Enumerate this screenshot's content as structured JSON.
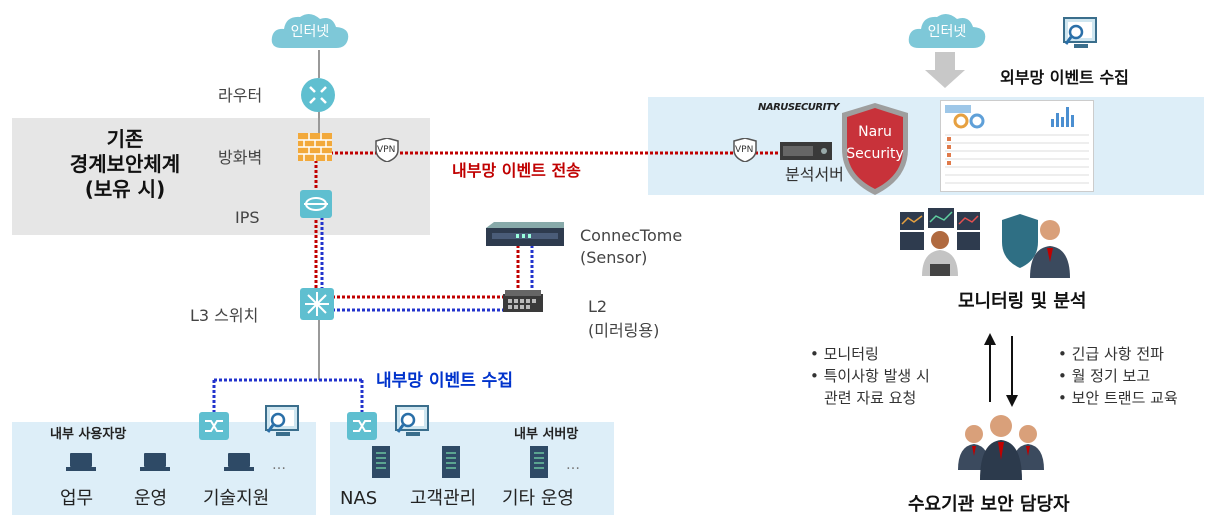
{
  "internet_left": "인터넷",
  "internet_right": "인터넷",
  "router_label": "라우터",
  "firewall_label": "방화벽",
  "ips_label": "IPS",
  "l3_label": "L3 스위치",
  "legacy_title": [
    "기존",
    "경계보안체계",
    "(보유 시)"
  ],
  "vpn_label": "VPN",
  "internal_event_transmit": "내부망 이벤트 전송",
  "external_event_collect": "외부망 이벤트 수집",
  "brand_logo_text": "NARUSECURITY",
  "shield_text": [
    "Naru",
    "Security"
  ],
  "analysis_server": "분석서버",
  "sensor": [
    "ConnecTome",
    "(Sensor)"
  ],
  "l2": [
    "L2",
    "(미러링용)"
  ],
  "internal_event_collect": "내부망 이벤트 수집",
  "user_net": {
    "title": "내부 사용자망",
    "items": [
      "업무",
      "운영",
      "기술지원"
    ]
  },
  "server_net": {
    "title": "내부 서버망",
    "items": [
      "NAS",
      "고객관리",
      "기타 운영"
    ]
  },
  "ellipsis": "…",
  "monitoring_title": "모니터링 및 분석",
  "left_bullets": [
    "• 모니터링",
    "• 특이사항 발생 시",
    "관련 자료 요청"
  ],
  "right_bullets": [
    "• 긴급 사항 전파",
    "• 월 정기 보고",
    "• 보안 트랜드 교육"
  ],
  "officer_title": "수요기관 보안 담당자",
  "colors": {
    "cloud": "#7ec8d8",
    "device": "#5fbfd0",
    "firewall": "#f2a93b",
    "red_line": "#c00000",
    "blue_line": "#2233cc",
    "gray_box": "#e6e6e6",
    "light_blue_box": "#ddeef8"
  }
}
